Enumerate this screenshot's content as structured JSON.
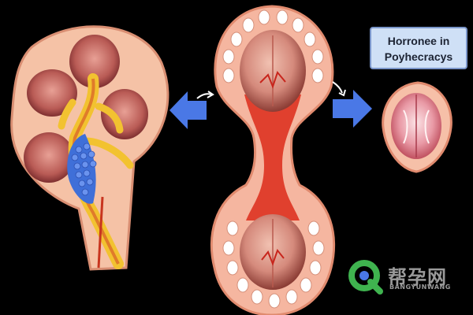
{
  "label": {
    "line1": "Horronee in",
    "line2": "Poyhecracys"
  },
  "watermark": {
    "text_cn": "帮孕网",
    "text_en": "BANGYUNWANG",
    "logo": "q-logo-icon"
  },
  "colors": {
    "background": "#000000",
    "arrow": "#4a78e6",
    "label_bg": "#cfe0f6",
    "watermark_green": "#3fb34f"
  }
}
